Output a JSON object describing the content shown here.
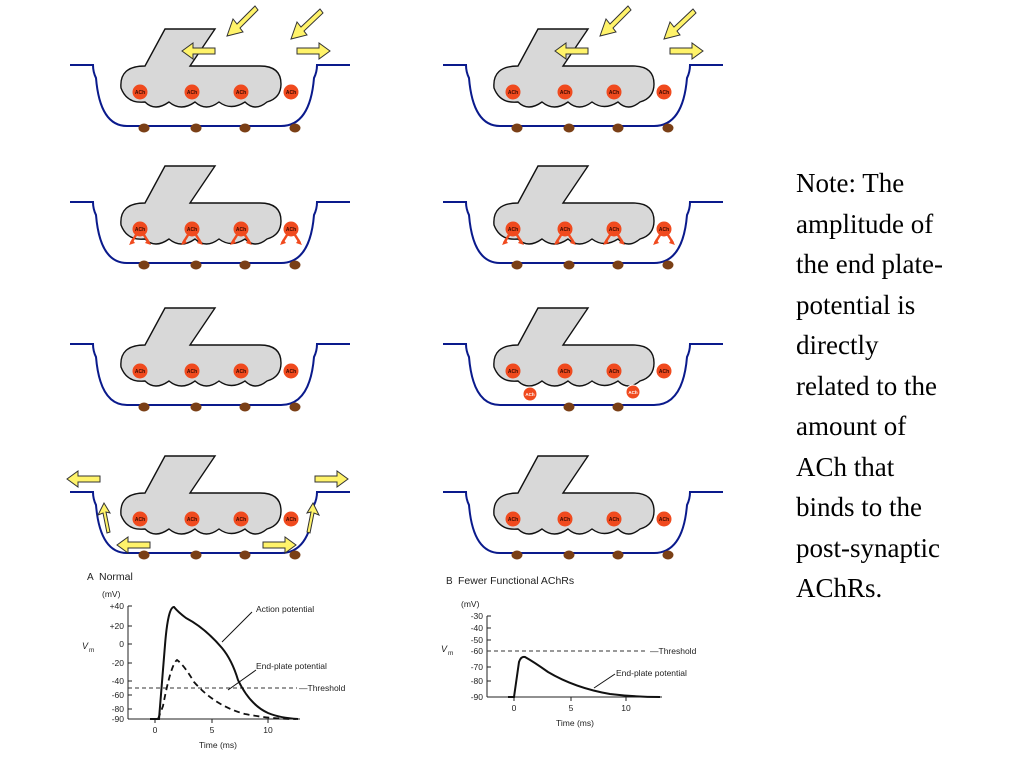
{
  "note": {
    "lines": [
      "Note: The",
      "amplitude of",
      "the end plate-",
      "potential is",
      "directly",
      "related to the",
      "amount of",
      "ACh that",
      "binds to the",
      "post-synaptic",
      "AChRs."
    ]
  },
  "vesicle_label": "ACh",
  "colors": {
    "terminal_fill": "#d8d8d8",
    "vesicle": "#f04a1e",
    "receptor": "#7a3f16",
    "membrane": "#0a1a8c",
    "arrow_fill": "#fff36a",
    "release_arrow": "#f04a1e"
  },
  "graphs": [
    {
      "panel_letter": "A",
      "title": "Normal",
      "y_unit": "(mV)",
      "y_symbol": "V",
      "y_subscript": "m",
      "y_ticks": [
        "+40",
        "+20",
        "0",
        "-20",
        "-40",
        "-60",
        "-80",
        "-90"
      ],
      "x_ticks": [
        "0",
        "5",
        "10"
      ],
      "xlabel": "Time (ms)",
      "threshold_label": "Threshold",
      "curves": [
        "Action potential",
        "End-plate potential"
      ]
    },
    {
      "panel_letter": "B",
      "title": "Fewer Functional AChRs",
      "y_unit": "(mV)",
      "y_symbol": "V",
      "y_subscript": "m",
      "y_ticks": [
        "-30",
        "-40",
        "-50",
        "-60",
        "-70",
        "-80",
        "-90"
      ],
      "x_ticks": [
        "0",
        "5",
        "10"
      ],
      "xlabel": "Time (ms)",
      "threshold_label": "Threshold",
      "curves": [
        "End-plate potential"
      ]
    }
  ]
}
